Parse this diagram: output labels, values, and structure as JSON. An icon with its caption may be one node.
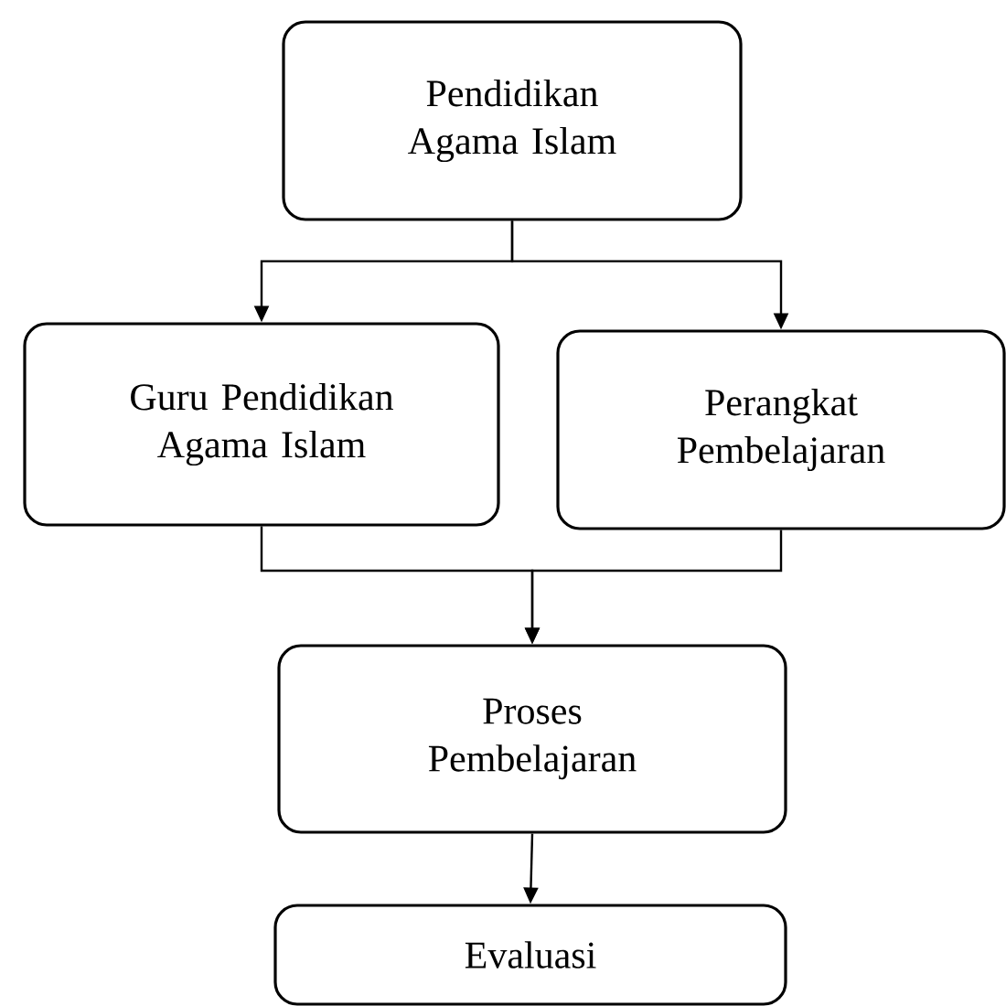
{
  "diagram": {
    "nodes": [
      {
        "text": [
          "Pendidikan Agama Islam"
        ]
      },
      {
        "text": [
          "Guru Pendidikan Agama Islam"
        ]
      },
      {
        "text": [
          "Perangkat Pembelajaran"
        ]
      },
      {
        "text": [
          "Proses Pembelajaran"
        ]
      },
      {
        "text": [
          "Evaluasi"
        ]
      }
    ],
    "edges": [
      {
        "from": 0,
        "to": 1,
        "arrow": "to"
      },
      {
        "from": 0,
        "to": 2,
        "arrow": "to"
      },
      {
        "from": 1,
        "to": 3,
        "arrow": "to"
      },
      {
        "from": 2,
        "to": 3,
        "arrow": "to"
      },
      {
        "from": 3,
        "to": 4,
        "arrow": "to"
      }
    ]
  }
}
